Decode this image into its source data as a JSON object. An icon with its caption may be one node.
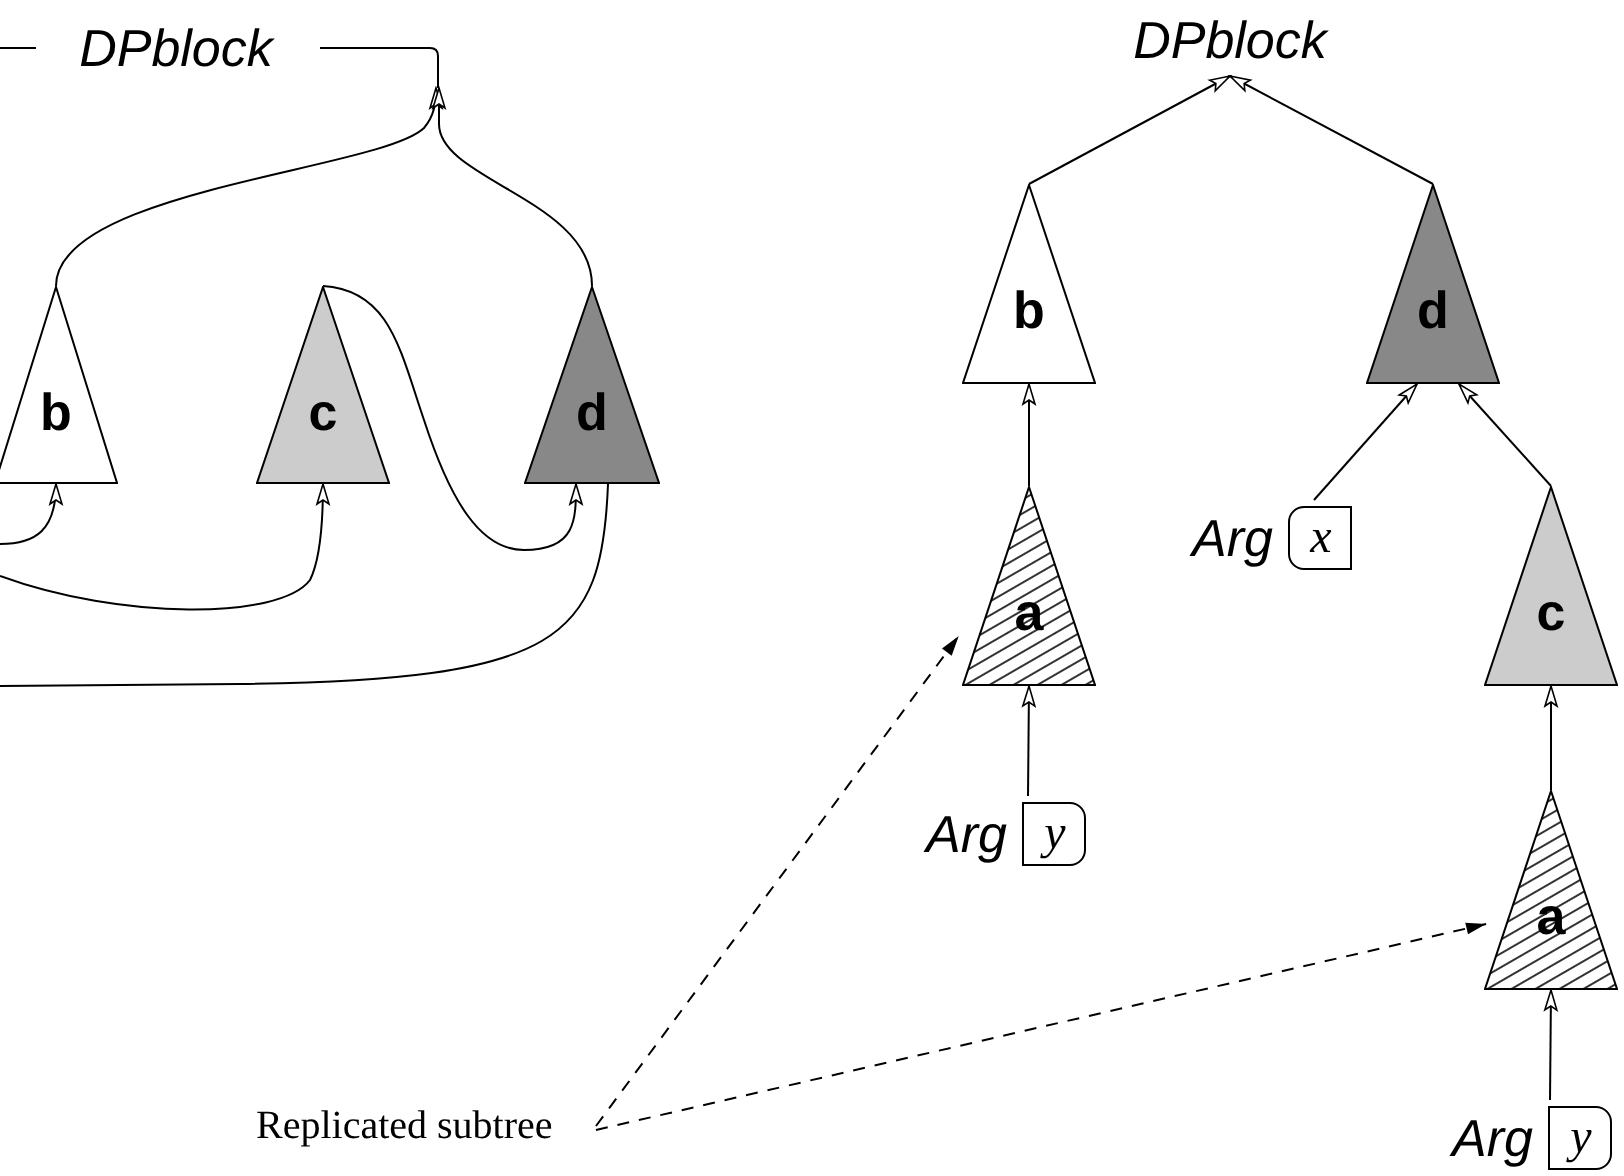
{
  "diagram": {
    "nodes": [
      {
        "text": [
          "DPblock"
        ]
      },
      {
        "text": [
          "b"
        ]
      },
      {
        "text": [
          "c"
        ]
      },
      {
        "text": [
          "d"
        ]
      },
      {
        "text": [
          "DPblock"
        ]
      },
      {
        "text": [
          "b"
        ]
      },
      {
        "text": [
          "d"
        ]
      },
      {
        "text": [
          "a"
        ]
      },
      {
        "text": [
          "Arg",
          "y"
        ]
      },
      {
        "text": [
          "Arg",
          "x"
        ]
      },
      {
        "text": [
          "c"
        ]
      },
      {
        "text": [
          "a"
        ]
      },
      {
        "text": [
          "Arg",
          "y"
        ]
      },
      {
        "text": [
          "Replicated subtree"
        ]
      }
    ],
    "edges": [
      {
        "from": 1,
        "to": 0,
        "arrow": "to"
      },
      {
        "from": 3,
        "to": 0,
        "arrow": "to"
      },
      {
        "from": 2,
        "to": 3,
        "arrow": "to"
      },
      {
        "from": null,
        "to": 1,
        "arrow": "to"
      },
      {
        "from": null,
        "to": 2,
        "arrow": "to"
      },
      {
        "from": 3,
        "to": null,
        "arrow": "none"
      },
      {
        "from": 5,
        "to": 4,
        "arrow": "to"
      },
      {
        "from": 6,
        "to": 4,
        "arrow": "to"
      },
      {
        "from": 7,
        "to": 5,
        "arrow": "to"
      },
      {
        "from": 8,
        "to": 7,
        "arrow": "to"
      },
      {
        "from": 9,
        "to": 6,
        "arrow": "to"
      },
      {
        "from": 10,
        "to": 6,
        "arrow": "to"
      },
      {
        "from": 11,
        "to": 10,
        "arrow": "to"
      },
      {
        "from": 12,
        "to": 11,
        "arrow": "to"
      },
      {
        "from": 13,
        "to": 7,
        "arrow": "to",
        "style": "dashed"
      },
      {
        "from": 13,
        "to": 11,
        "arrow": "to",
        "style": "dashed"
      }
    ]
  }
}
